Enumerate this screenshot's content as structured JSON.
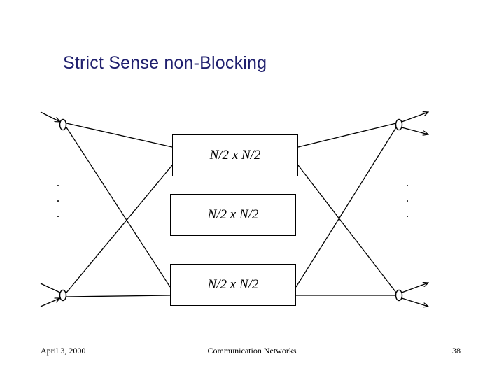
{
  "slide": {
    "title": "Strict Sense non-Blocking",
    "title_color": "#1f1f6e",
    "background": "#ffffff",
    "line_color": "#000000"
  },
  "diagram": {
    "boxes": [
      {
        "label": "N/2 x N/2"
      },
      {
        "label": "N/2 x N/2"
      },
      {
        "label": "N/2 x N/2"
      }
    ],
    "left_dots": ".\n.\n.",
    "right_dots": ".\n.\n.",
    "left_terminals": 2,
    "right_terminals": 2
  },
  "footer": {
    "date": "April 3, 2000",
    "center": "Communication Networks",
    "page": "38"
  }
}
